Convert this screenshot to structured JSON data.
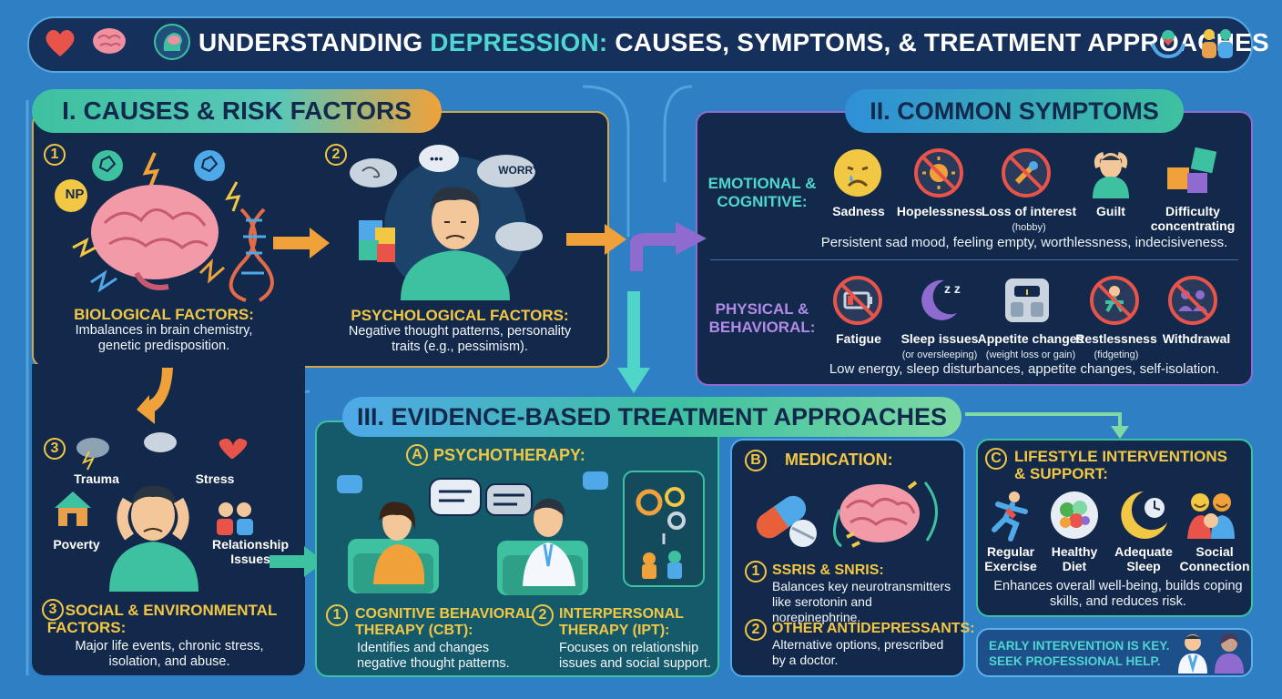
{
  "title": {
    "part1": "UNDERSTANDING ",
    "part2": "DEPRESSION:",
    "part3": " CAUSES, SYMPTOMS, & TREATMENT APPROACHES"
  },
  "causes": {
    "header": "I. CAUSES & RISK FACTORS",
    "bio": {
      "num": "1",
      "title": "BIOLOGICAL FACTORS:",
      "desc": "Imbalances in brain chemistry, genetic predisposition.",
      "np": "NP"
    },
    "psych": {
      "num": "2",
      "title": "PSYCHOLOGICAL FACTORS:",
      "desc": "Negative thought patterns, personality traits (e.g., pessimism).",
      "worry": "WORRY"
    },
    "social": {
      "num_top": "3",
      "num": "3",
      "title1": "SOCIAL & ENVIRONMENTAL",
      "title2": "FACTORS:",
      "desc": "Major life events, chronic stress, isolation, and abuse.",
      "labels": {
        "trauma": "Trauma",
        "stress": "Stress",
        "poverty": "Poverty",
        "relationship": "Relationship Issues"
      }
    }
  },
  "symptoms": {
    "header": "II. COMMON SYMPTOMS",
    "emotional": {
      "label": "EMOTIONAL & COGNITIVE:",
      "items": [
        {
          "label": "Sadness",
          "sub": ""
        },
        {
          "label": "Hopelessness",
          "sub": ""
        },
        {
          "label": "Loss of interest",
          "sub": "(hobby)"
        },
        {
          "label": "Guilt",
          "sub": ""
        },
        {
          "label": "Difficulty concentrating",
          "sub": ""
        }
      ],
      "summary": "Persistent sad mood, feeling empty, worthlessness, indecisiveness."
    },
    "physical": {
      "label": "PHYSICAL & BEHAVIORAL:",
      "items": [
        {
          "label": "Fatigue",
          "sub": ""
        },
        {
          "label": "Sleep issues",
          "sub": "(or oversleeping)"
        },
        {
          "label": "Appetite changes",
          "sub": "(weight loss or gain)"
        },
        {
          "label": "Restlessness",
          "sub": "(fidgeting)"
        },
        {
          "label": "Withdrawal",
          "sub": ""
        }
      ],
      "summary": "Low energy, sleep disturbances, appetite changes, self-isolation."
    }
  },
  "treatment": {
    "header": "III. EVIDENCE-BASED TREATMENT APPROACHES",
    "psychotherapy": {
      "letter": "A",
      "title": "PSYCHOTHERAPY:",
      "cbt": {
        "num": "1",
        "title1": "COGNITIVE BEHAVIORAL",
        "title2": "THERAPY (CBT):",
        "desc": "Identifies and changes negative thought patterns."
      },
      "ipt": {
        "num": "2",
        "title1": "INTERPERSONAL",
        "title2": "THERAPY (IPT):",
        "desc": "Focuses on relationship issues and social support."
      }
    },
    "medication": {
      "letter": "B",
      "title": "MEDICATION:",
      "ssri": {
        "num": "1",
        "title": "SSRIs & SNRIs:",
        "desc": "Balances key neurotransmitters like serotonin and norepinephrine."
      },
      "other": {
        "num": "2",
        "title": "OTHER ANTIDEPRESSANTS:",
        "desc": "Alternative options, prescribed by a doctor."
      }
    },
    "lifestyle": {
      "letter": "C",
      "title1": "LIFESTYLE INTERVENTIONS",
      "title2": "& SUPPORT:",
      "items": [
        {
          "label": "Regular Exercise"
        },
        {
          "label": "Healthy Diet"
        },
        {
          "label": "Adequate Sleep"
        },
        {
          "label": "Social Connection"
        }
      ],
      "summary": "Enhances overall well-being, builds coping skills, and reduces risk."
    }
  },
  "footer": {
    "line1": "EARLY INTERVENTION IS KEY.",
    "line2": "SEEK PROFESSIONAL HELP."
  },
  "colors": {
    "background": "#2f7fc4",
    "panel": "#13294b",
    "accent_yellow": "#f2c744",
    "header_teal": "#3ec1a0",
    "header_green": "#7fd9a4",
    "arrow_orange": "#f0a13a"
  }
}
